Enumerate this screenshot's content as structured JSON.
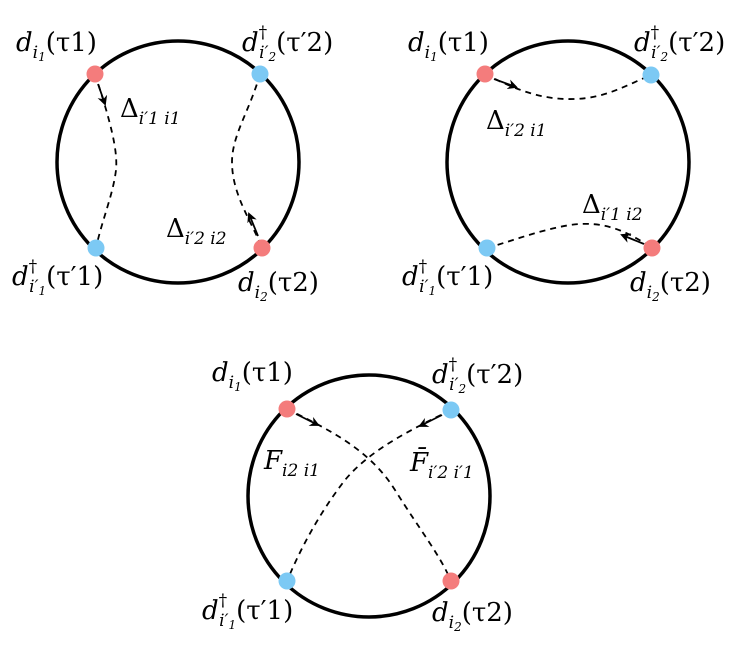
{
  "colors": {
    "annihilation_point": "#f47c7c",
    "creation_point": "#7cc9f4",
    "circle": "#000000"
  },
  "panels": [
    {
      "points": {
        "top_left": {
          "op": "d",
          "dagger": false,
          "sub": "i",
          "subsub": "1",
          "prime": false,
          "arg": "(τ1)"
        },
        "top_right": {
          "op": "d",
          "dagger": true,
          "sub": "i",
          "subsub": "2",
          "prime": true,
          "arg": "(τ′2)"
        },
        "bottom_left": {
          "op": "d",
          "dagger": true,
          "sub": "i",
          "subsub": "1",
          "prime": true,
          "arg": "(τ′1)"
        },
        "bottom_right": {
          "op": "d",
          "dagger": false,
          "sub": "i",
          "subsub": "2",
          "prime": false,
          "arg": "(τ2)"
        }
      },
      "propagators": [
        {
          "symbol": "Δ",
          "indices": "i′1 i1"
        },
        {
          "symbol": "Δ",
          "indices": "i′2 i2"
        }
      ]
    },
    {
      "points": {
        "top_left": {
          "op": "d",
          "dagger": false,
          "sub": "i",
          "subsub": "1",
          "prime": false,
          "arg": "(τ1)"
        },
        "top_right": {
          "op": "d",
          "dagger": true,
          "sub": "i",
          "subsub": "2",
          "prime": true,
          "arg": "(τ′2)"
        },
        "bottom_left": {
          "op": "d",
          "dagger": true,
          "sub": "i",
          "subsub": "1",
          "prime": true,
          "arg": "(τ′1)"
        },
        "bottom_right": {
          "op": "d",
          "dagger": false,
          "sub": "i",
          "subsub": "2",
          "prime": false,
          "arg": "(τ2)"
        }
      },
      "propagators": [
        {
          "symbol": "Δ",
          "indices": "i′2 i1"
        },
        {
          "symbol": "Δ",
          "indices": "i′1 i2"
        }
      ]
    },
    {
      "points": {
        "top_left": {
          "op": "d",
          "dagger": false,
          "sub": "i",
          "subsub": "1",
          "prime": false,
          "arg": "(τ1)"
        },
        "top_right": {
          "op": "d",
          "dagger": true,
          "sub": "i",
          "subsub": "2",
          "prime": true,
          "arg": "(τ′2)"
        },
        "bottom_left": {
          "op": "d",
          "dagger": true,
          "sub": "i",
          "subsub": "1",
          "prime": true,
          "arg": "(τ′1)"
        },
        "bottom_right": {
          "op": "d",
          "dagger": false,
          "sub": "i",
          "subsub": "2",
          "prime": false,
          "arg": "(τ2)"
        }
      },
      "propagators": [
        {
          "symbol": "F",
          "indices": "i2 i1"
        },
        {
          "symbol": "F̄",
          "indices": "i′2 i′1"
        }
      ]
    }
  ]
}
